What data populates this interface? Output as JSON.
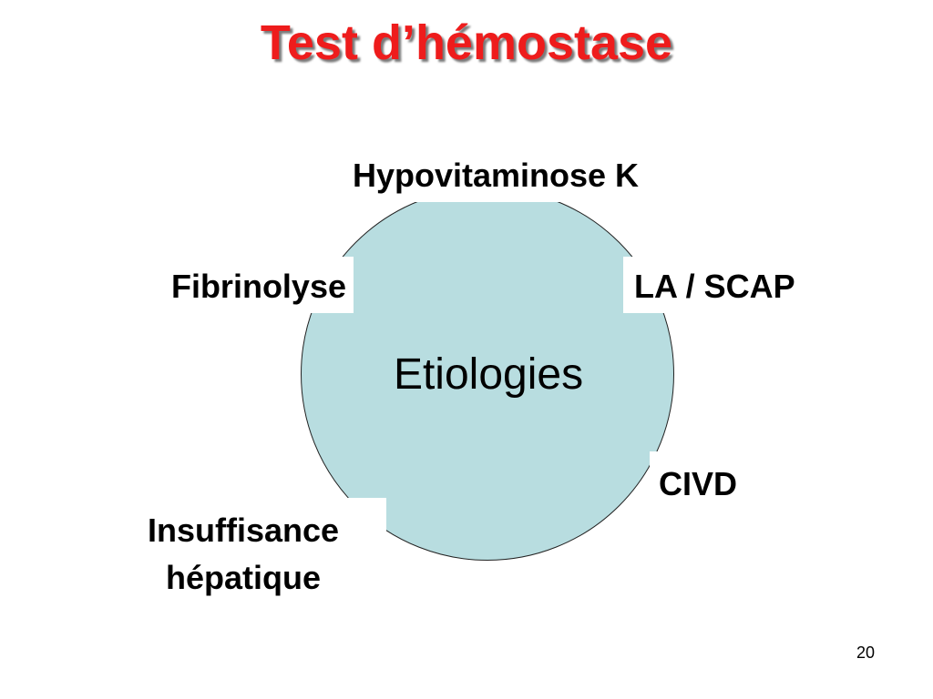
{
  "slide": {
    "title": "Test d’hémostase",
    "page_number": "20"
  },
  "diagram": {
    "center_label": "Etiologies",
    "circle_color": "#b8dde0",
    "title_color": "#ee1c1c",
    "causes": {
      "top": "Hypovitaminose K",
      "upper_left": "Fibrinolyse",
      "upper_right": "LA / SCAP",
      "lower_right": "CIVD",
      "lower_left_line1": "Insuffisance",
      "lower_left_line2": "hépatique"
    }
  }
}
